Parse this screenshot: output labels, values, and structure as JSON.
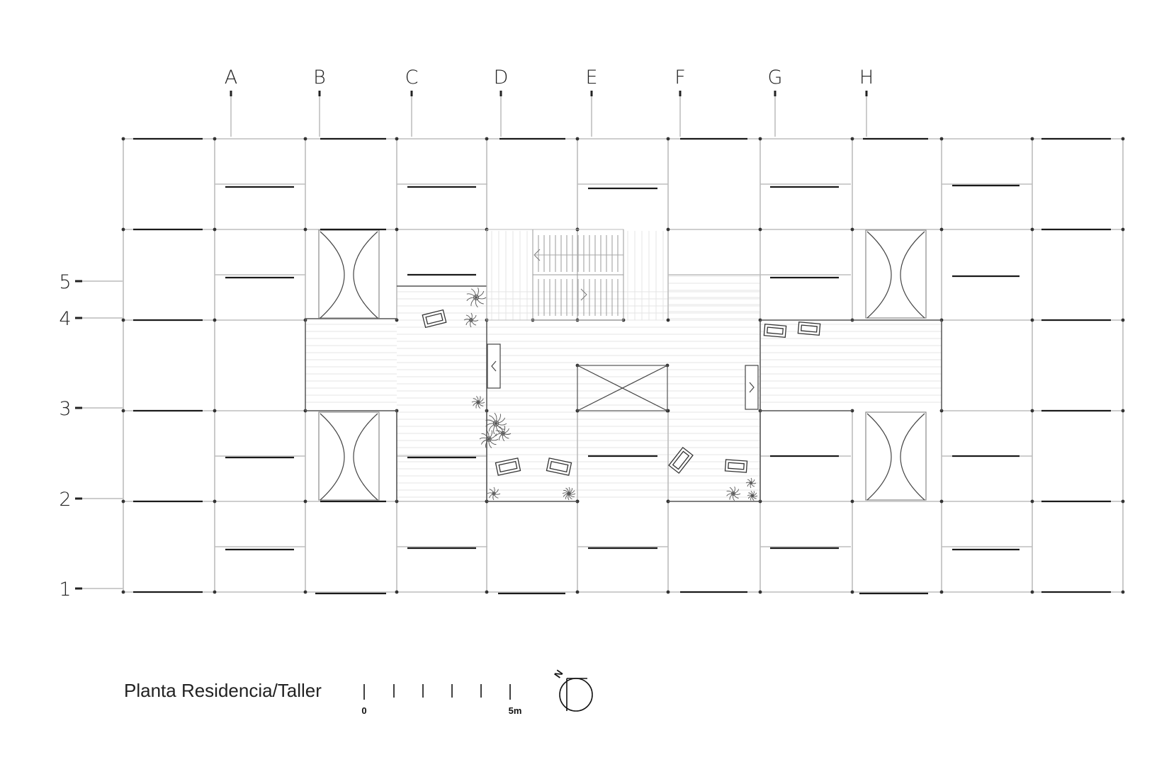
{
  "grid": {
    "column_labels": [
      "A",
      "B",
      "C",
      "D",
      "E",
      "F",
      "G",
      "H"
    ],
    "row_labels": [
      "5",
      "4",
      "3",
      "2",
      "1"
    ]
  },
  "caption": "Planta Residencia/Taller",
  "scale": {
    "start_label": "0",
    "end_label": "5m"
  },
  "north_label": "N",
  "colors": {
    "line": "#bdbdbd",
    "wall": "#1a1a1a",
    "text": "#222222"
  }
}
